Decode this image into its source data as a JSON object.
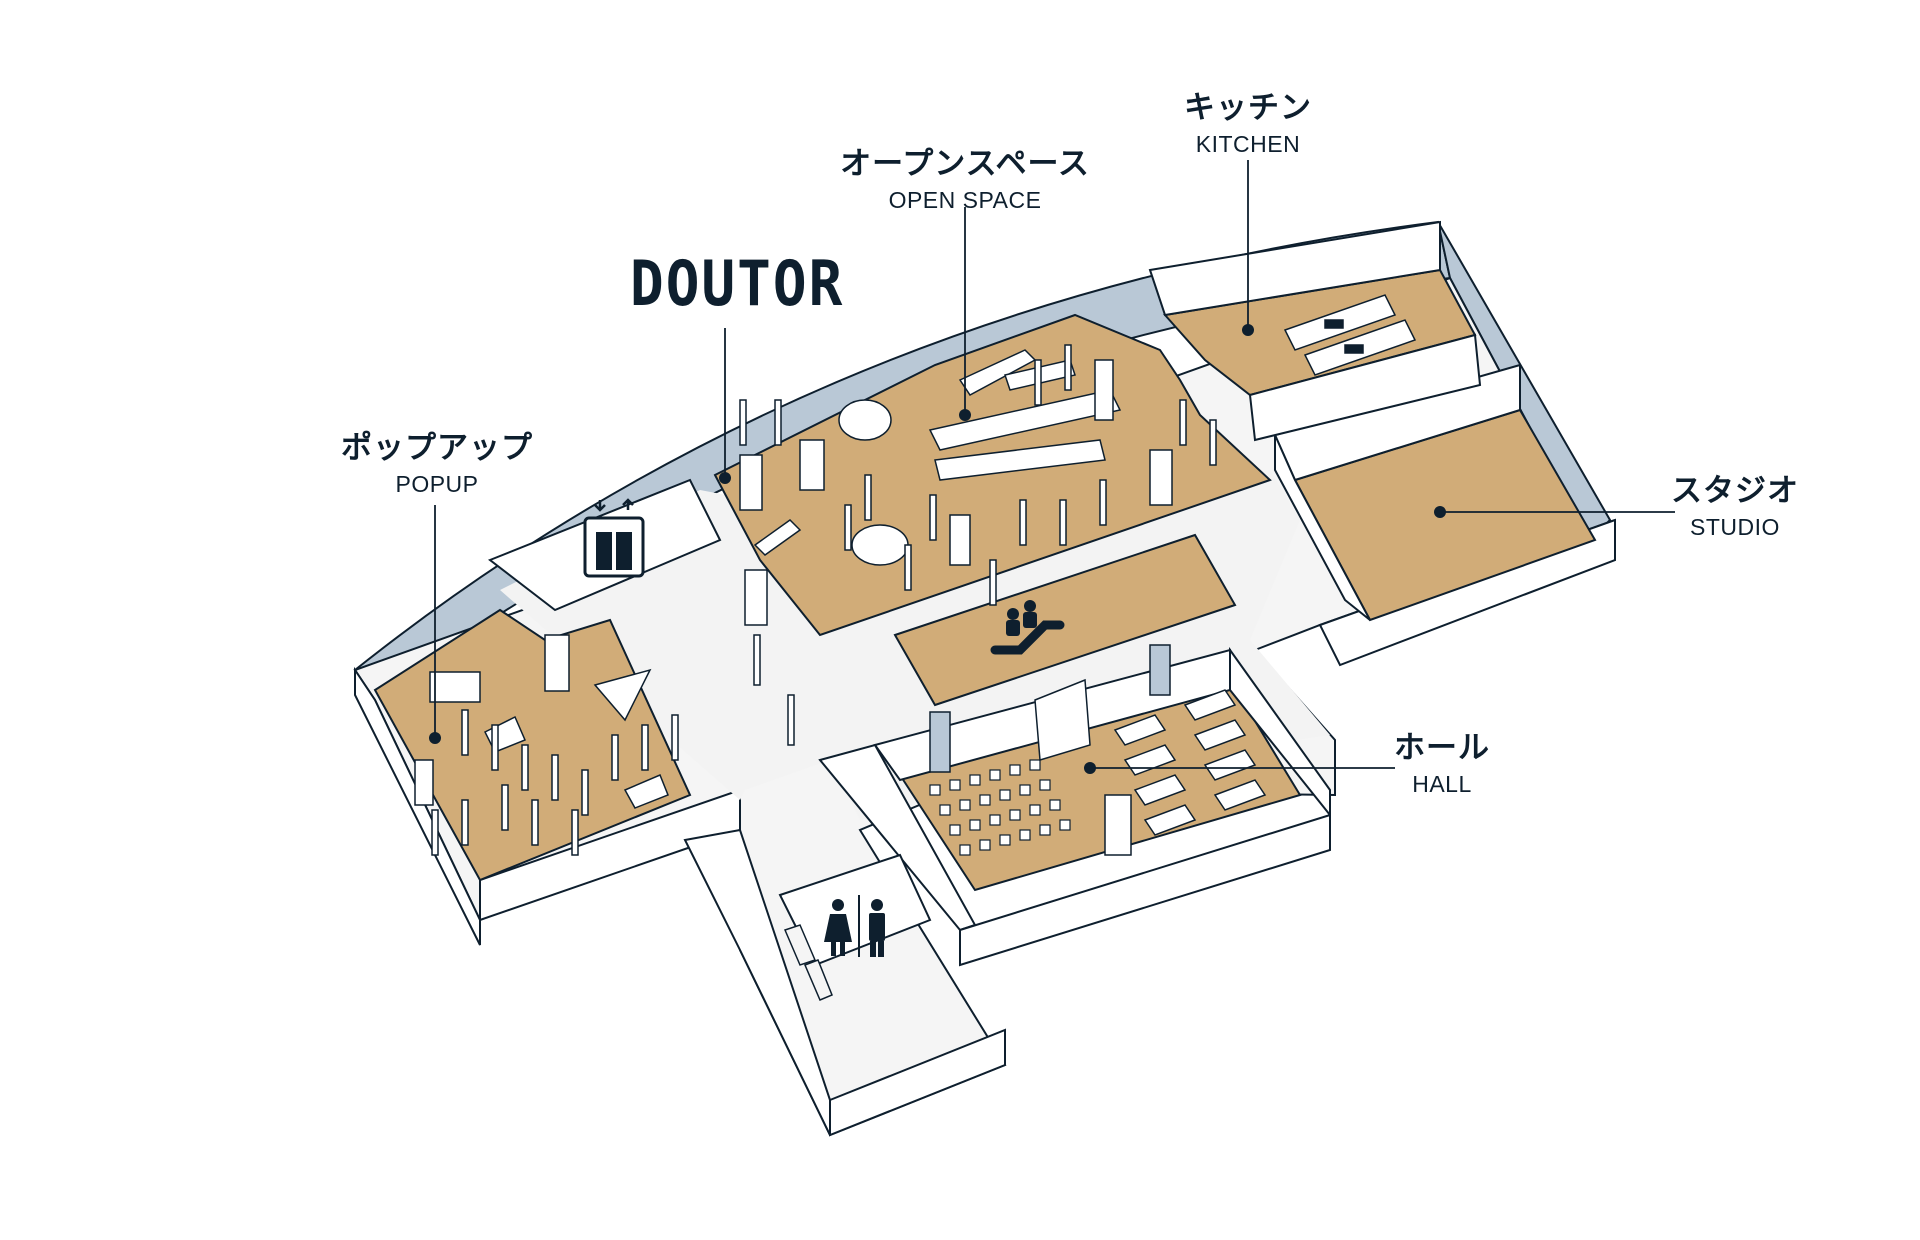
{
  "brand": {
    "name": "DOUTOR"
  },
  "areas": [
    {
      "id": "kitchen",
      "jp": "キッチン",
      "en": "KITCHEN"
    },
    {
      "id": "openspace",
      "jp": "オープンスペース",
      "en": "OPEN SPACE"
    },
    {
      "id": "popup",
      "jp": "ポップアップ",
      "en": "POPUP"
    },
    {
      "id": "studio",
      "jp": "スタジオ",
      "en": "STUDIO"
    },
    {
      "id": "hall",
      "jp": "ホール",
      "en": "HALL"
    }
  ],
  "icons": [
    "elevator-icon",
    "escalator-icon",
    "restroom-icon"
  ],
  "colors": {
    "floor": "#d1ac78",
    "window": "#b9c8d6",
    "line": "#0e1f2e",
    "wall": "#ffffff",
    "corridor": "#ececec"
  }
}
